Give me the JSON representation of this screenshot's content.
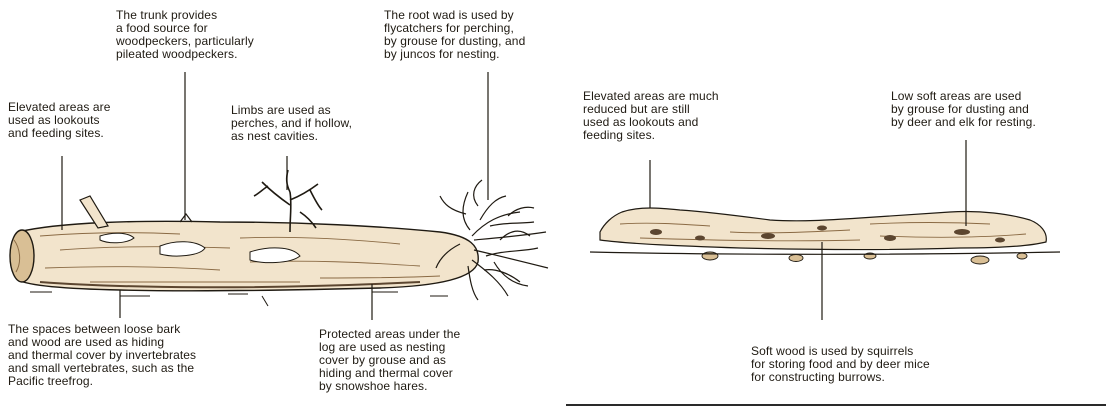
{
  "figure": {
    "left_panel": {
      "annotations": {
        "trunk": "The trunk provides\na food source for\nwoodpeckers, particularly\npileated woodpeckers.",
        "root_wad": "The root wad is used by\nflycatchers for perching,\nby grouse for dusting, and\nby juncos for nesting.",
        "elevated": "Elevated areas are\nused as lookouts\nand feeding sites.",
        "limbs": "Limbs are used as\nperches, and if hollow,\nas nest cavities.",
        "bark_spaces": "The spaces between loose bark\nand wood are used as hiding\nand thermal cover by invertebrates\nand small vertebrates, such as the\nPacific treefrog.",
        "protected_areas": "Protected areas under the\nlog are used as nesting\ncover by grouse and as\nhiding and thermal cover\nby snowshoe hares."
      }
    },
    "right_panel": {
      "annotations": {
        "elevated_reduced": "Elevated areas are much\nreduced but are still\nused as lookouts and\nfeeding sites.",
        "low_soft": "Low soft areas are used\nby grouse for dusting and\nby deer and elk for resting.",
        "soft_wood": "Soft wood is used by squirrels\nfor storing food and by deer mice\nfor constructing burrows."
      }
    },
    "colors": {
      "ink": "#1f1a12",
      "wood_light": "#f2e4cc",
      "wood_mid": "#d9bf95",
      "wood_dark": "#8a6a44",
      "background": "#ffffff"
    }
  }
}
